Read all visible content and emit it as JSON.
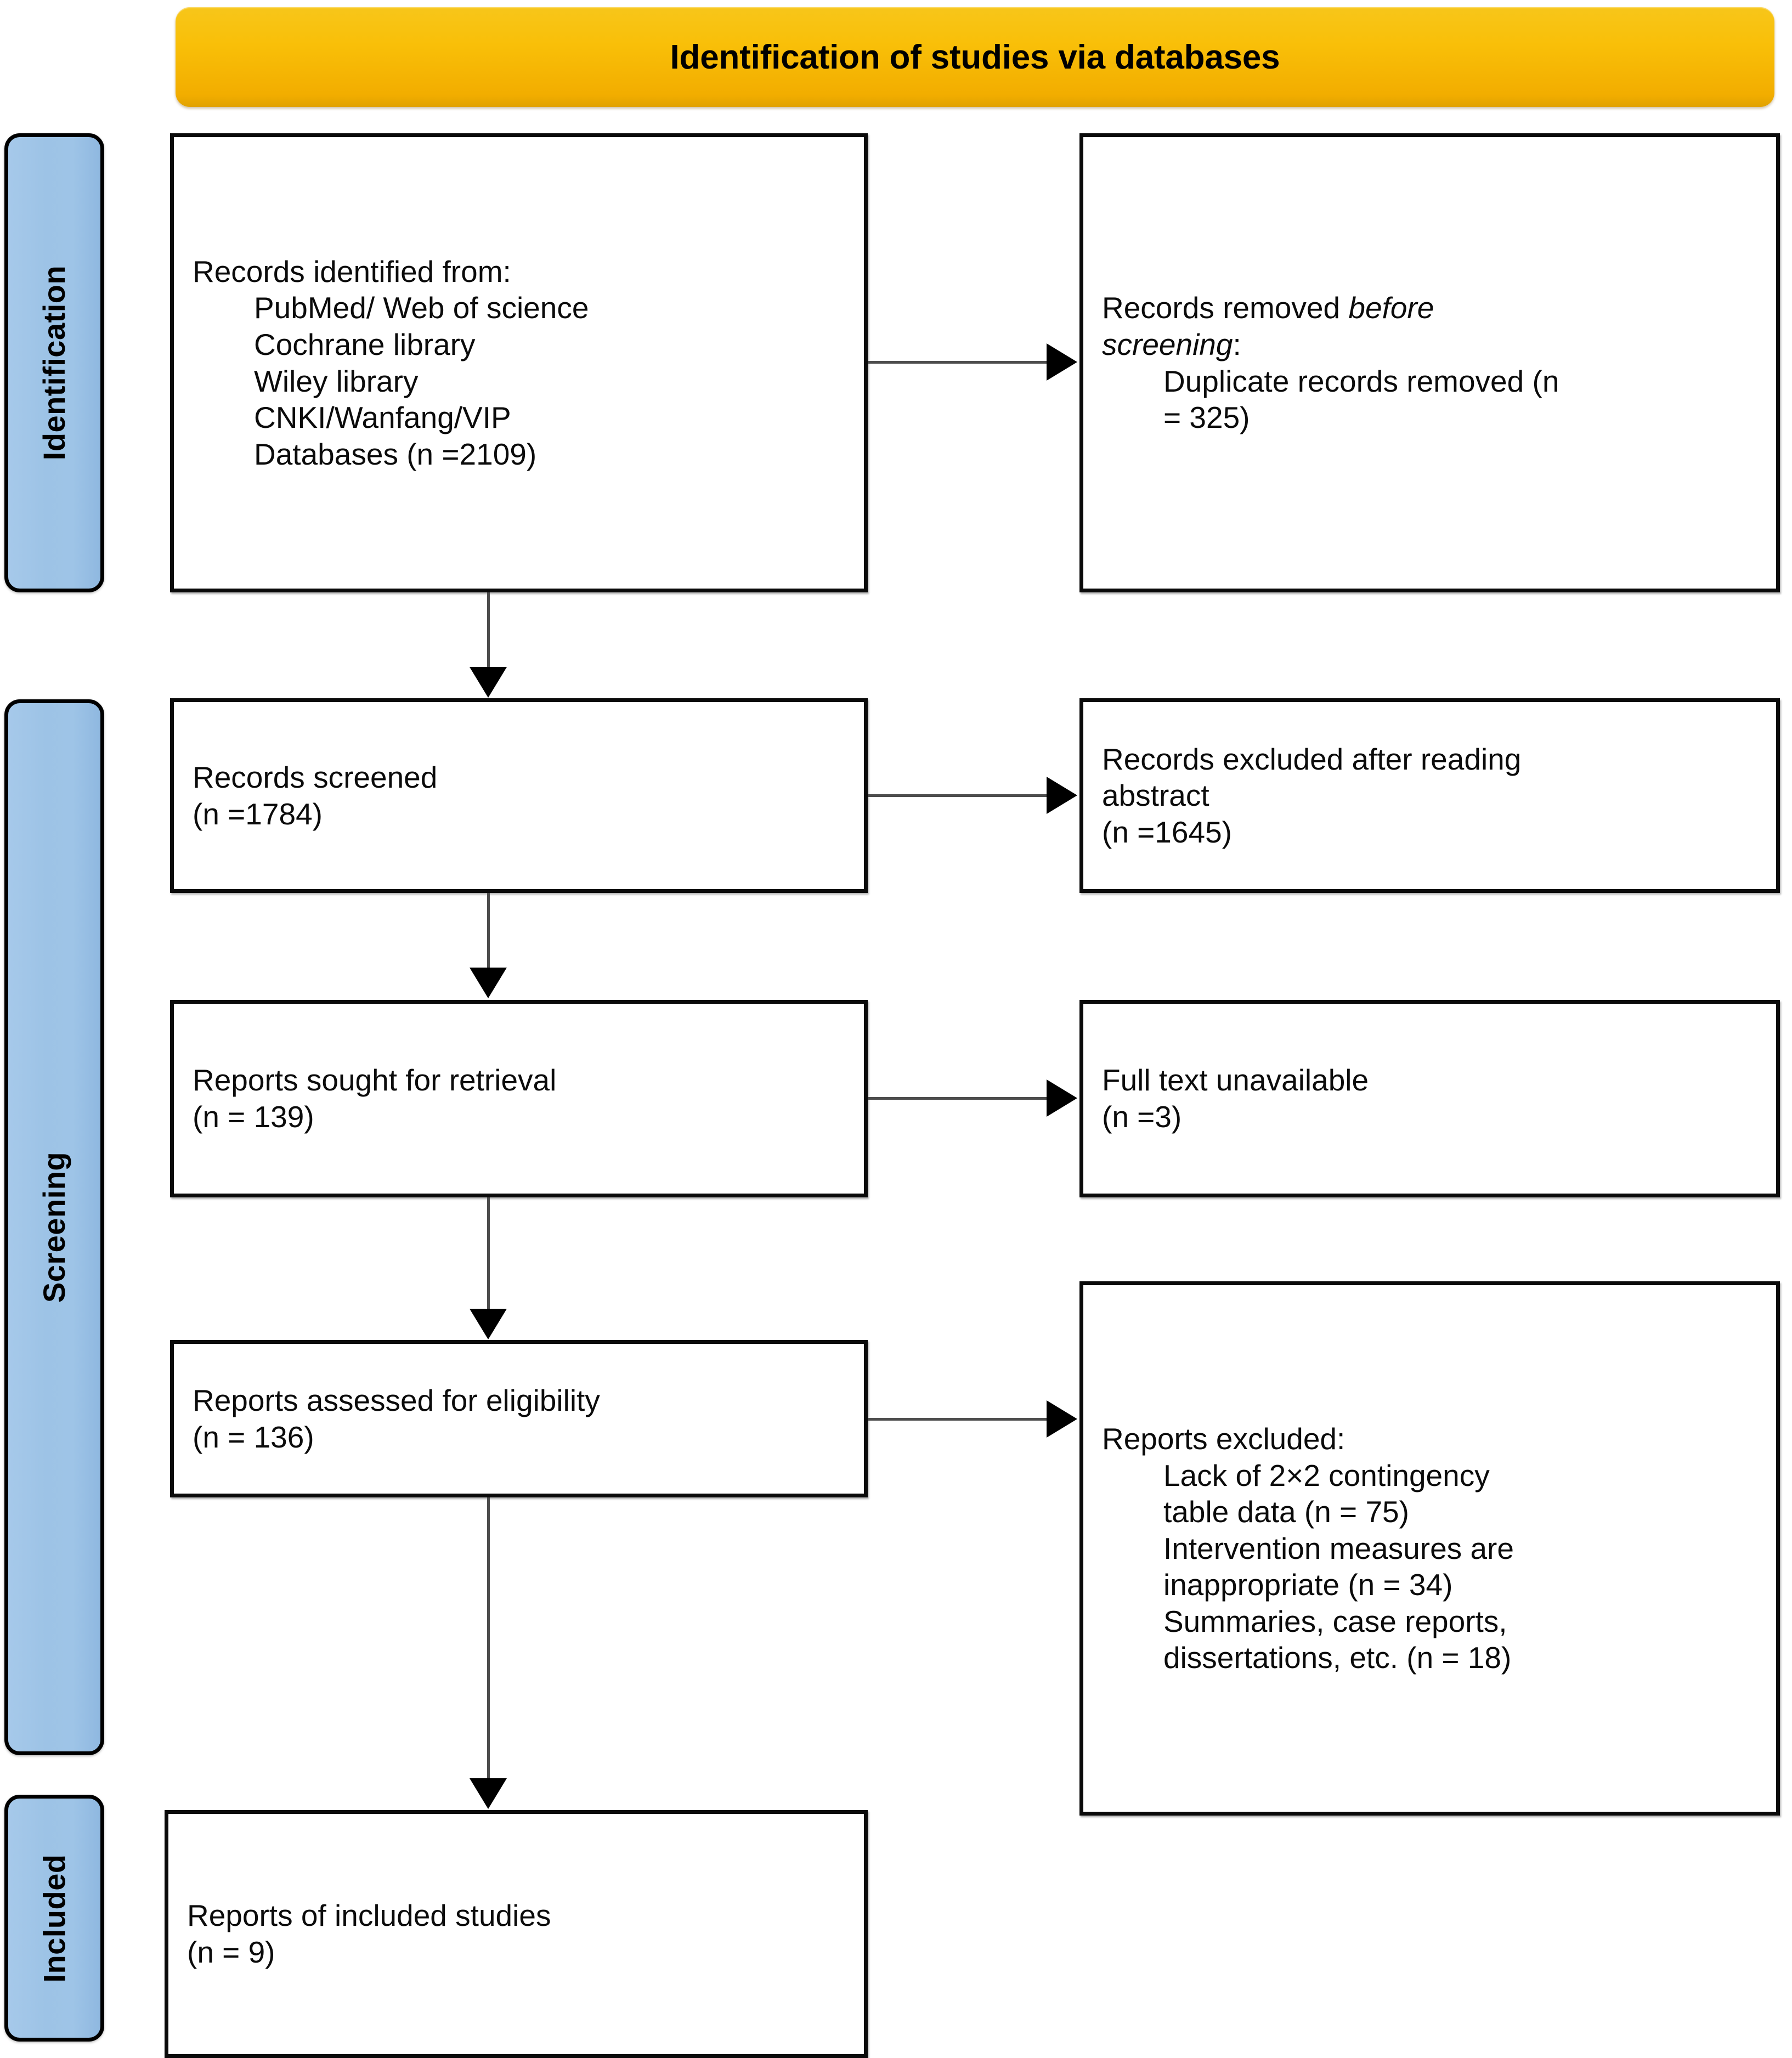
{
  "diagram": {
    "type": "prisma-flow-diagram",
    "banner": {
      "title": "Identification of studies via databases"
    },
    "colors": {
      "banner_fill": "#F9BF08",
      "stage_fill": "#9DC3E6",
      "box_border": "#000000",
      "connector": "#4D4D4D",
      "text": "#000000"
    },
    "stages": [
      {
        "id": "identification",
        "label": "Identification"
      },
      {
        "id": "screening",
        "label": "Screening"
      },
      {
        "id": "included",
        "label": "Included"
      }
    ],
    "boxes": {
      "identified": {
        "heading": "Records identified from:",
        "items": [
          "PubMed/ Web of science",
          "Cochrane library",
          "Wiley library",
          "CNKI/Wanfang/VIP",
          "Databases (n =2109)"
        ]
      },
      "removed_before_screening": {
        "heading_pre": "Records removed ",
        "heading_italic_1": "before",
        "heading_italic_2": "screening",
        "heading_post": ":",
        "items": [
          "Duplicate records removed (n",
          "= 325)"
        ]
      },
      "screened": {
        "line1": "Records screened",
        "line2": "(n =1784)"
      },
      "excluded_after_abstract": {
        "line1": "Records excluded after reading",
        "line2": "abstract",
        "line3": "(n =1645)"
      },
      "sought_for_retrieval": {
        "line1": "Reports sought for retrieval",
        "line2": "(n = 139)"
      },
      "full_text_unavailable": {
        "line1": "Full text unavailable",
        "line2": "(n =3)"
      },
      "assessed_for_eligibility": {
        "line1": "Reports assessed for eligibility",
        "line2": "(n = 136)"
      },
      "reports_excluded": {
        "heading": "Reports excluded:",
        "items": [
          "Lack of 2×2 contingency",
          "table data (n = 75)",
          "Intervention measures are",
          "inappropriate (n = 34)",
          "Summaries, case reports,",
          "dissertations, etc. (n = 18)"
        ]
      },
      "included_studies": {
        "line1": "Reports of included studies",
        "line2": "(n = 9)"
      }
    },
    "counts": {
      "records_identified": 2109,
      "duplicates_removed": 325,
      "records_screened": 1784,
      "records_excluded_abstract": 1645,
      "reports_sought": 139,
      "full_text_unavailable": 3,
      "reports_assessed": 136,
      "excluded_no_2x2_table": 75,
      "excluded_inappropriate_intervention": 34,
      "excluded_summaries_case_reports": 18,
      "reports_included": 9
    }
  }
}
